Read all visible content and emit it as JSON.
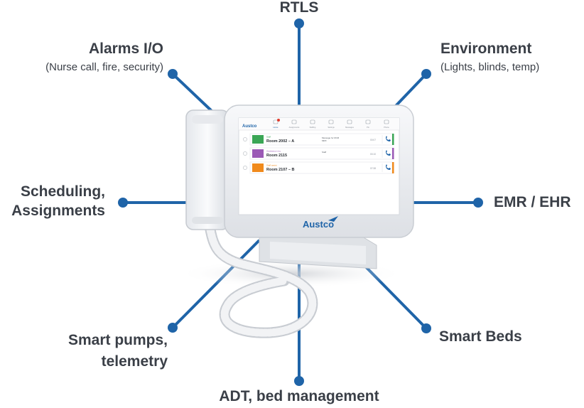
{
  "labels": {
    "rtls": "RTLS",
    "alarms_title": "Alarms I/O",
    "alarms_sub": "(Nurse call, fire, security)",
    "environment_title": "Environment",
    "environment_sub": "(Lights, blinds, temp)",
    "scheduling_line1": "Scheduling,",
    "scheduling_line2": "Assignments",
    "emr": "EMR / EHR",
    "pumps_line1": "Smart pumps,",
    "pumps_line2": "telemetry",
    "beds": "Smart Beds",
    "adt": "ADT, bed management"
  },
  "device": {
    "brand": "Austco",
    "screen_logo": "Austco",
    "tabs": [
      "Home",
      "Assignments",
      "Staffing",
      "Settings",
      "Messages",
      "Pin",
      "Phone"
    ],
    "rows": [
      {
        "tag": "Staff",
        "room": "Room 2002 – A",
        "note": "Message for RCM",
        "note2": "MRX",
        "time": "00:07",
        "accent": "#3aa655"
      },
      {
        "tag": "Assistance req",
        "room": "Room 2115",
        "note": "Staff",
        "note2": "",
        "time": "00:10",
        "accent": "#9b59b6"
      },
      {
        "tag": "Staff assist",
        "room": "Room 2107 – B",
        "note": "",
        "note2": "",
        "time": "07:38",
        "accent": "#f08a1c"
      }
    ]
  },
  "colors": {
    "connector": "#1f64a8",
    "text": "#3a3f47",
    "device_body": "#eef0f3"
  }
}
